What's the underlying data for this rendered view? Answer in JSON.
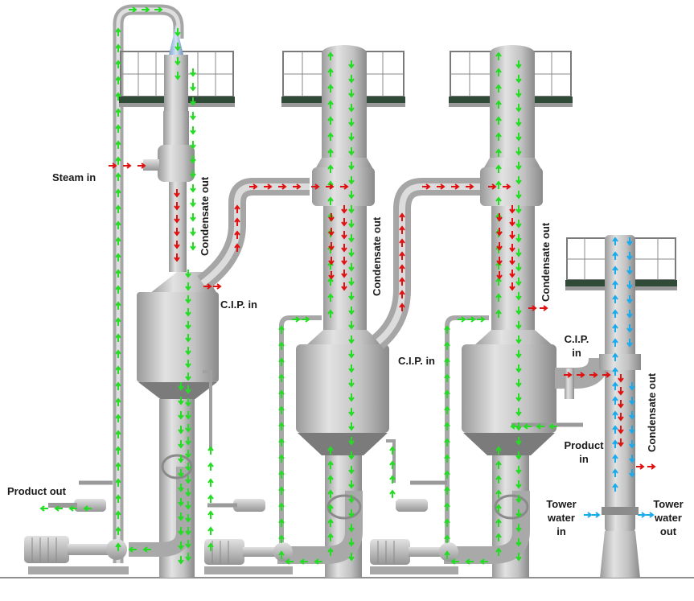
{
  "labels": {
    "steam_in": "Steam in",
    "condensate_out": "Condensate out",
    "cip_in": "C.I.P. in",
    "cip": "C.I.P.",
    "in": "in",
    "product_out": "Product out",
    "product": "Product",
    "tower": "Tower",
    "water": "water",
    "out": "out"
  },
  "colors": {
    "metal_light": "#d4d4d4",
    "metal_mid": "#b4b4b4",
    "metal_dark": "#8c8c8c",
    "platform": "#2f4a36",
    "flow_product": "#22dd22",
    "flow_steam": "#e01010",
    "flow_water": "#19aaee"
  },
  "icons": [
    "flow-arrow-icon",
    "motor-icon",
    "pump-icon"
  ]
}
